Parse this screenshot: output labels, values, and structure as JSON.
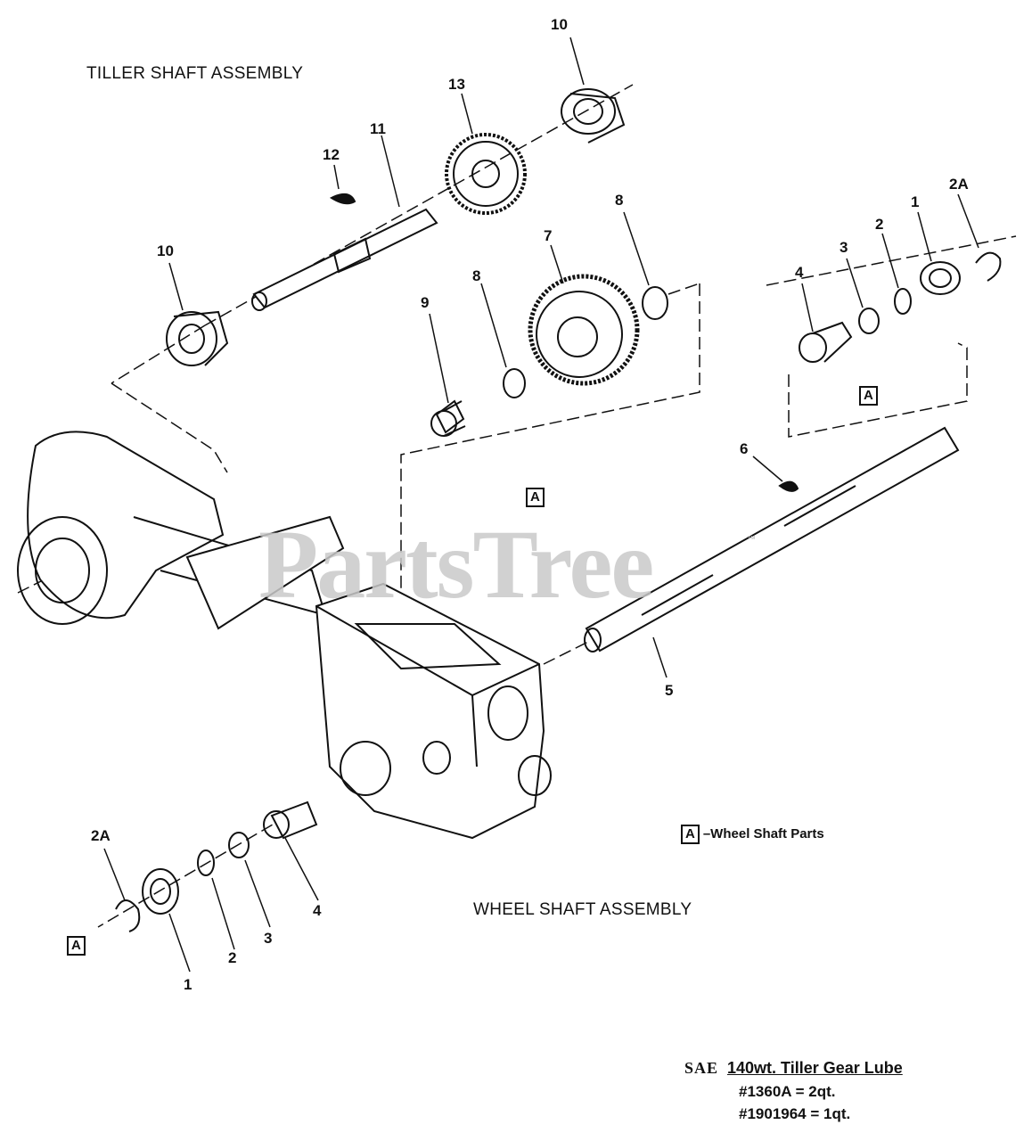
{
  "titles": {
    "tiller": "TILLER SHAFT ASSEMBLY",
    "wheel": "WHEEL SHAFT ASSEMBLY"
  },
  "watermark": {
    "text": "PartsTree",
    "tm": "™"
  },
  "callouts": [
    "10",
    "13",
    "12",
    "11",
    "10",
    "8",
    "7",
    "9",
    "8",
    "4",
    "3",
    "2",
    "1",
    "2A",
    "6",
    "5",
    "2A",
    "1",
    "2",
    "3",
    "4"
  ],
  "box_letter": "A",
  "legend": {
    "box": "A",
    "text": "–Wheel Shaft Parts"
  },
  "lube": {
    "sae": "SAE",
    "spec": "140wt. Tiller Gear Lube",
    "line1": "#1360A = 2qt.",
    "line2": "#1901964 = 1qt."
  }
}
